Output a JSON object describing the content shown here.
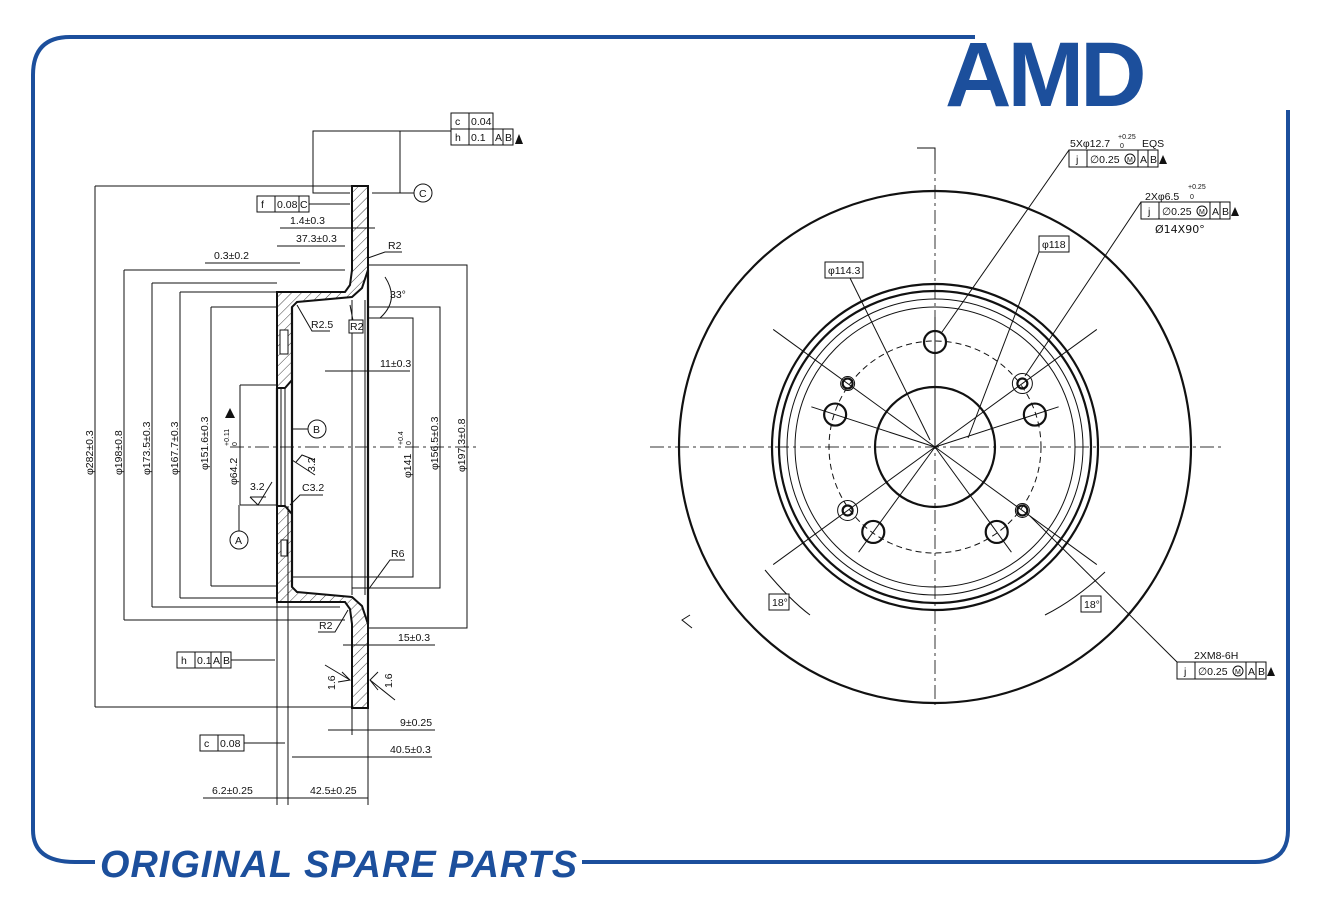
{
  "brand": {
    "logo_text": "AMD",
    "banner": "ORIGINAL SPARE PARTS",
    "color": "#1c4f9c"
  },
  "side_view": {
    "fcf_top": {
      "row1": [
        "c",
        "0.04"
      ],
      "row2": [
        "h",
        "0.1",
        "A",
        "B"
      ]
    },
    "fcf_f": [
      "f",
      "0.08",
      "C"
    ],
    "fcf_h": [
      "h",
      "0.1",
      "A",
      "B"
    ],
    "fcf_c": [
      "c",
      "0.08"
    ],
    "datums": {
      "a": "A",
      "b": "B",
      "c": "C"
    },
    "dims": {
      "d282": "φ282±0.3",
      "d198": "φ198±0.8",
      "d173_5": "φ173.5±0.3",
      "d167_7": "φ167.7±0.3",
      "d151_6": "φ151.6±0.3",
      "d64_2": "φ64.2",
      "d64_2_tol_upper": "+0.11",
      "d64_2_tol_lower": "0",
      "d141": "φ141",
      "d141_tol_upper": "+0.4",
      "d141_tol_lower": "0",
      "d156_5": "φ156.5±0.3",
      "d197_3": "φ197.3±0.8",
      "t1_4": "1.4±0.3",
      "t37_3": "37.3±0.3",
      "t0_3": "0.3±0.2",
      "t11": "11±0.3",
      "t15": "15±0.3",
      "t9": "9±0.25",
      "t40_5": "40.5±0.3",
      "t6_2": "6.2±0.25",
      "t42_5": "42.5±0.25"
    },
    "radii": {
      "r2_top": "R2",
      "r2_5": "R2.5",
      "r2_mid": "R2",
      "r6": "R6",
      "r2_bottom": "R2"
    },
    "angle": "33°",
    "chamfer": "C3.2",
    "roughness": {
      "r1": "3.2",
      "r2": "3.2",
      "r3": "1.6",
      "r4": "1.6"
    }
  },
  "front_view": {
    "bolt_holes": {
      "label": "5Xφ12.7",
      "tol_upper": "+0.25",
      "tol_lower": "0",
      "eqs": "EQS",
      "fcf": [
        "j",
        "∅0.25",
        "M",
        "A",
        "B"
      ]
    },
    "pin_holes": {
      "label": "2Xφ6.5",
      "tol_upper": "+0.25",
      "tol_lower": "0",
      "fcf": [
        "j",
        "∅0.25",
        "M",
        "A",
        "B"
      ],
      "countersink": "Ø14X90°"
    },
    "threads": {
      "label": "2XM8-6H",
      "fcf": [
        "j",
        "∅0.25",
        "M",
        "A",
        "B"
      ]
    },
    "pcd_118": "φ118",
    "pcd_114_3": "φ114.3",
    "angle_left": "18°",
    "angle_right": "18°"
  }
}
